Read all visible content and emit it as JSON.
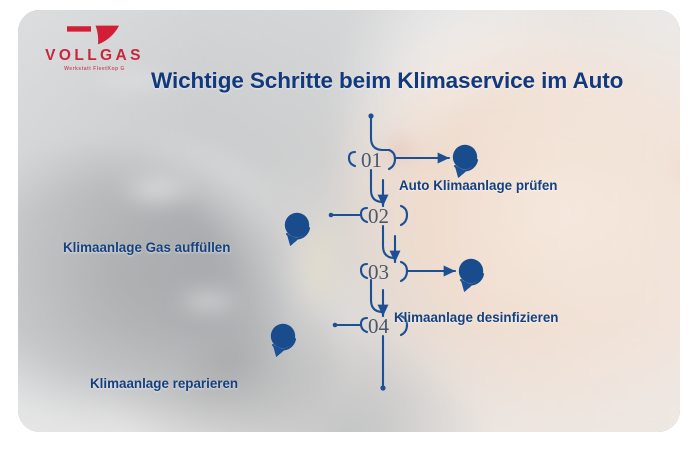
{
  "brand": {
    "name": "VOLLGAS",
    "subtitle": "Werkstatt FleetKop G",
    "mark": "vollgas-swoosh-icon",
    "red": "#c9263b"
  },
  "header": {
    "title": "Wichtige Schritte beim Klimaservice im Auto",
    "title_color": "#12397c"
  },
  "theme": {
    "navy": "#184c8c",
    "line": "#1c4f93",
    "label_color": "#14407f",
    "card_bg": "#b9bcbd"
  },
  "timeline": {
    "marker_numbers": [
      "01",
      "02",
      "03",
      "04"
    ],
    "steps": [
      {
        "number": "01",
        "label": "Auto Klimaanlage prüfen",
        "side": "right",
        "icon": "refresh-circle-icon"
      },
      {
        "number": "02",
        "label": "Klimaanlage Gas auffüllen",
        "side": "left",
        "icon": "refresh-circle-icon"
      },
      {
        "number": "03",
        "label": "Klimaanlage desinfizieren",
        "side": "right",
        "icon": "refresh-circle-icon"
      },
      {
        "number": "04",
        "label": "Klimaanlage reparieren",
        "side": "left",
        "icon": "refresh-circle-icon"
      }
    ]
  }
}
